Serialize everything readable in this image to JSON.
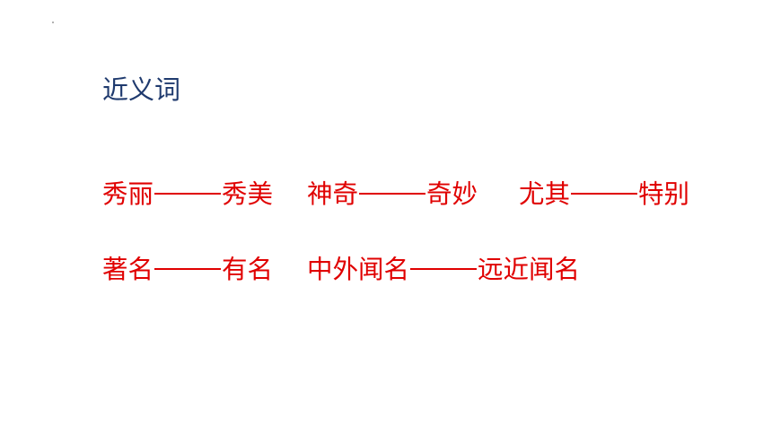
{
  "heading": "近义词",
  "rows": [
    [
      {
        "left": "秀丽",
        "right": "秀美"
      },
      {
        "left": "神奇",
        "right": "奇妙"
      },
      {
        "left": "尤其",
        "right": "特别"
      }
    ],
    [
      {
        "left": "著名",
        "right": "有名"
      },
      {
        "left": "中外闻名",
        "right": "远近闻名"
      }
    ]
  ],
  "colors": {
    "heading": "#1f3a6e",
    "word": "#e00000"
  }
}
